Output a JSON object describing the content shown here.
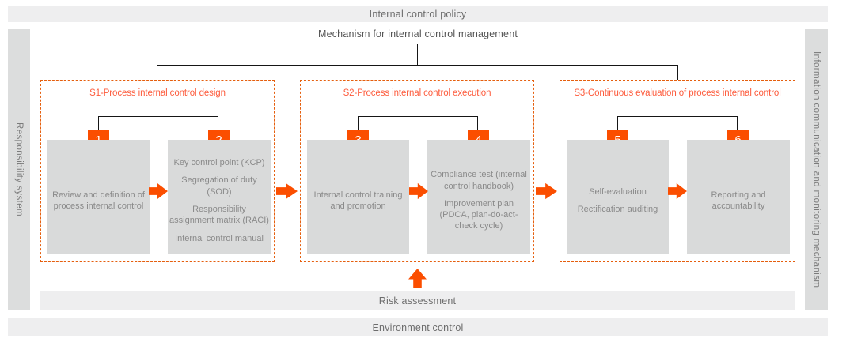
{
  "top_bar": {
    "label": "Internal control policy"
  },
  "mechanism_label": "Mechanism for internal control management",
  "left_bar": {
    "label": "Responsibility system"
  },
  "right_bar": {
    "label": "Information communication and monitoring mechanism"
  },
  "sections": [
    {
      "id": "S1",
      "title": "S1-Process internal control design",
      "steps": [
        {
          "number": "1",
          "lines": [
            "Review and definition of process internal control"
          ]
        },
        {
          "number": "2",
          "lines": [
            "Key control point (KCP)",
            "Segregation of duty (SOD)",
            "Responsibility assignment matrix (RACI)",
            "Internal control manual"
          ]
        }
      ]
    },
    {
      "id": "S2",
      "title": "S2-Process internal control execution",
      "steps": [
        {
          "number": "3",
          "lines": [
            "Internal control training and promotion"
          ]
        },
        {
          "number": "4",
          "lines": [
            "Compliance test (internal control handbook)",
            "Improvement plan (PDCA, plan-do-act-check cycle)"
          ]
        }
      ]
    },
    {
      "id": "S3",
      "title": "S3-Continuous evaluation of process internal control",
      "steps": [
        {
          "number": "5",
          "lines": [
            "Self-evaluation",
            "Rectification auditing"
          ]
        },
        {
          "number": "6",
          "lines": [
            "Reporting and accountability"
          ]
        }
      ]
    }
  ],
  "risk_bar": {
    "label": "Risk assessment"
  },
  "environment_bar": {
    "label": "Environment control"
  },
  "colors": {
    "accent_orange": "#fb4e00",
    "title_orange": "#fd5b3c",
    "dashed_border_orange": "#e55f0e",
    "light_bar_gray": "#eeeeef",
    "side_bar_gray": "#dcdddd",
    "step_box_gray": "#d9dada",
    "connector_black": "#161616"
  }
}
